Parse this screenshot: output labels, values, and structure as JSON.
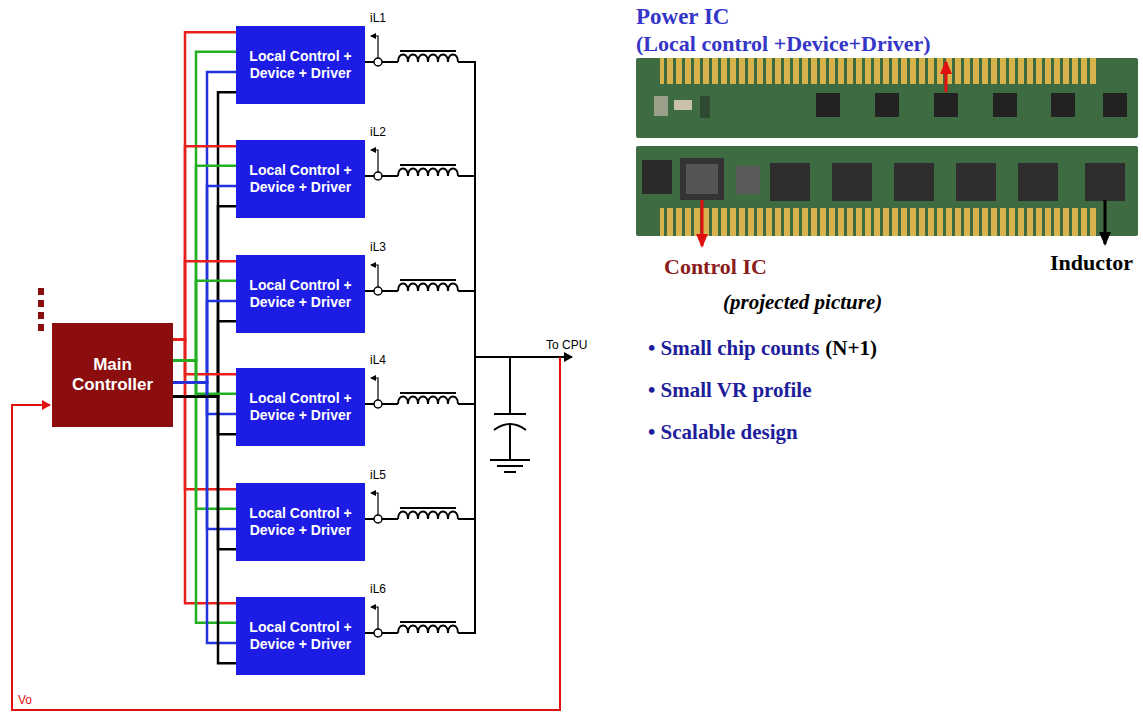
{
  "diagram": {
    "nodes": [
      {
        "text": [
          "Main Controller"
        ]
      },
      {
        "text": [
          "Local Control + Device + Driver"
        ]
      },
      {
        "text": [
          "Local Control + Device + Driver"
        ]
      },
      {
        "text": [
          "Local Control + Device + Driver"
        ]
      },
      {
        "text": [
          "Local Control + Device + Driver"
        ]
      },
      {
        "text": [
          "Local Control + Device + Driver"
        ]
      },
      {
        "text": [
          "Local Control + Device + Driver"
        ]
      }
    ],
    "edges": [
      {
        "from": 0,
        "to": 1,
        "arrow": "none"
      },
      {
        "from": 0,
        "to": 2,
        "arrow": "none"
      },
      {
        "from": 0,
        "to": 3,
        "arrow": "none"
      },
      {
        "from": 0,
        "to": 4,
        "arrow": "none"
      },
      {
        "from": 0,
        "to": 5,
        "arrow": "none"
      },
      {
        "from": 0,
        "to": 6,
        "arrow": "none"
      }
    ],
    "labels": [
      "iL1",
      "iL2",
      "iL3",
      "iL4",
      "iL5",
      "iL6",
      "To CPU",
      "Vo",
      "Power IC",
      "(Local control +Device+Driver)",
      "Control IC",
      "Inductor",
      "(projected picture)",
      "• Small chip counts",
      "(N+1)",
      "• Small VR profile",
      "• Scalable design"
    ]
  }
}
